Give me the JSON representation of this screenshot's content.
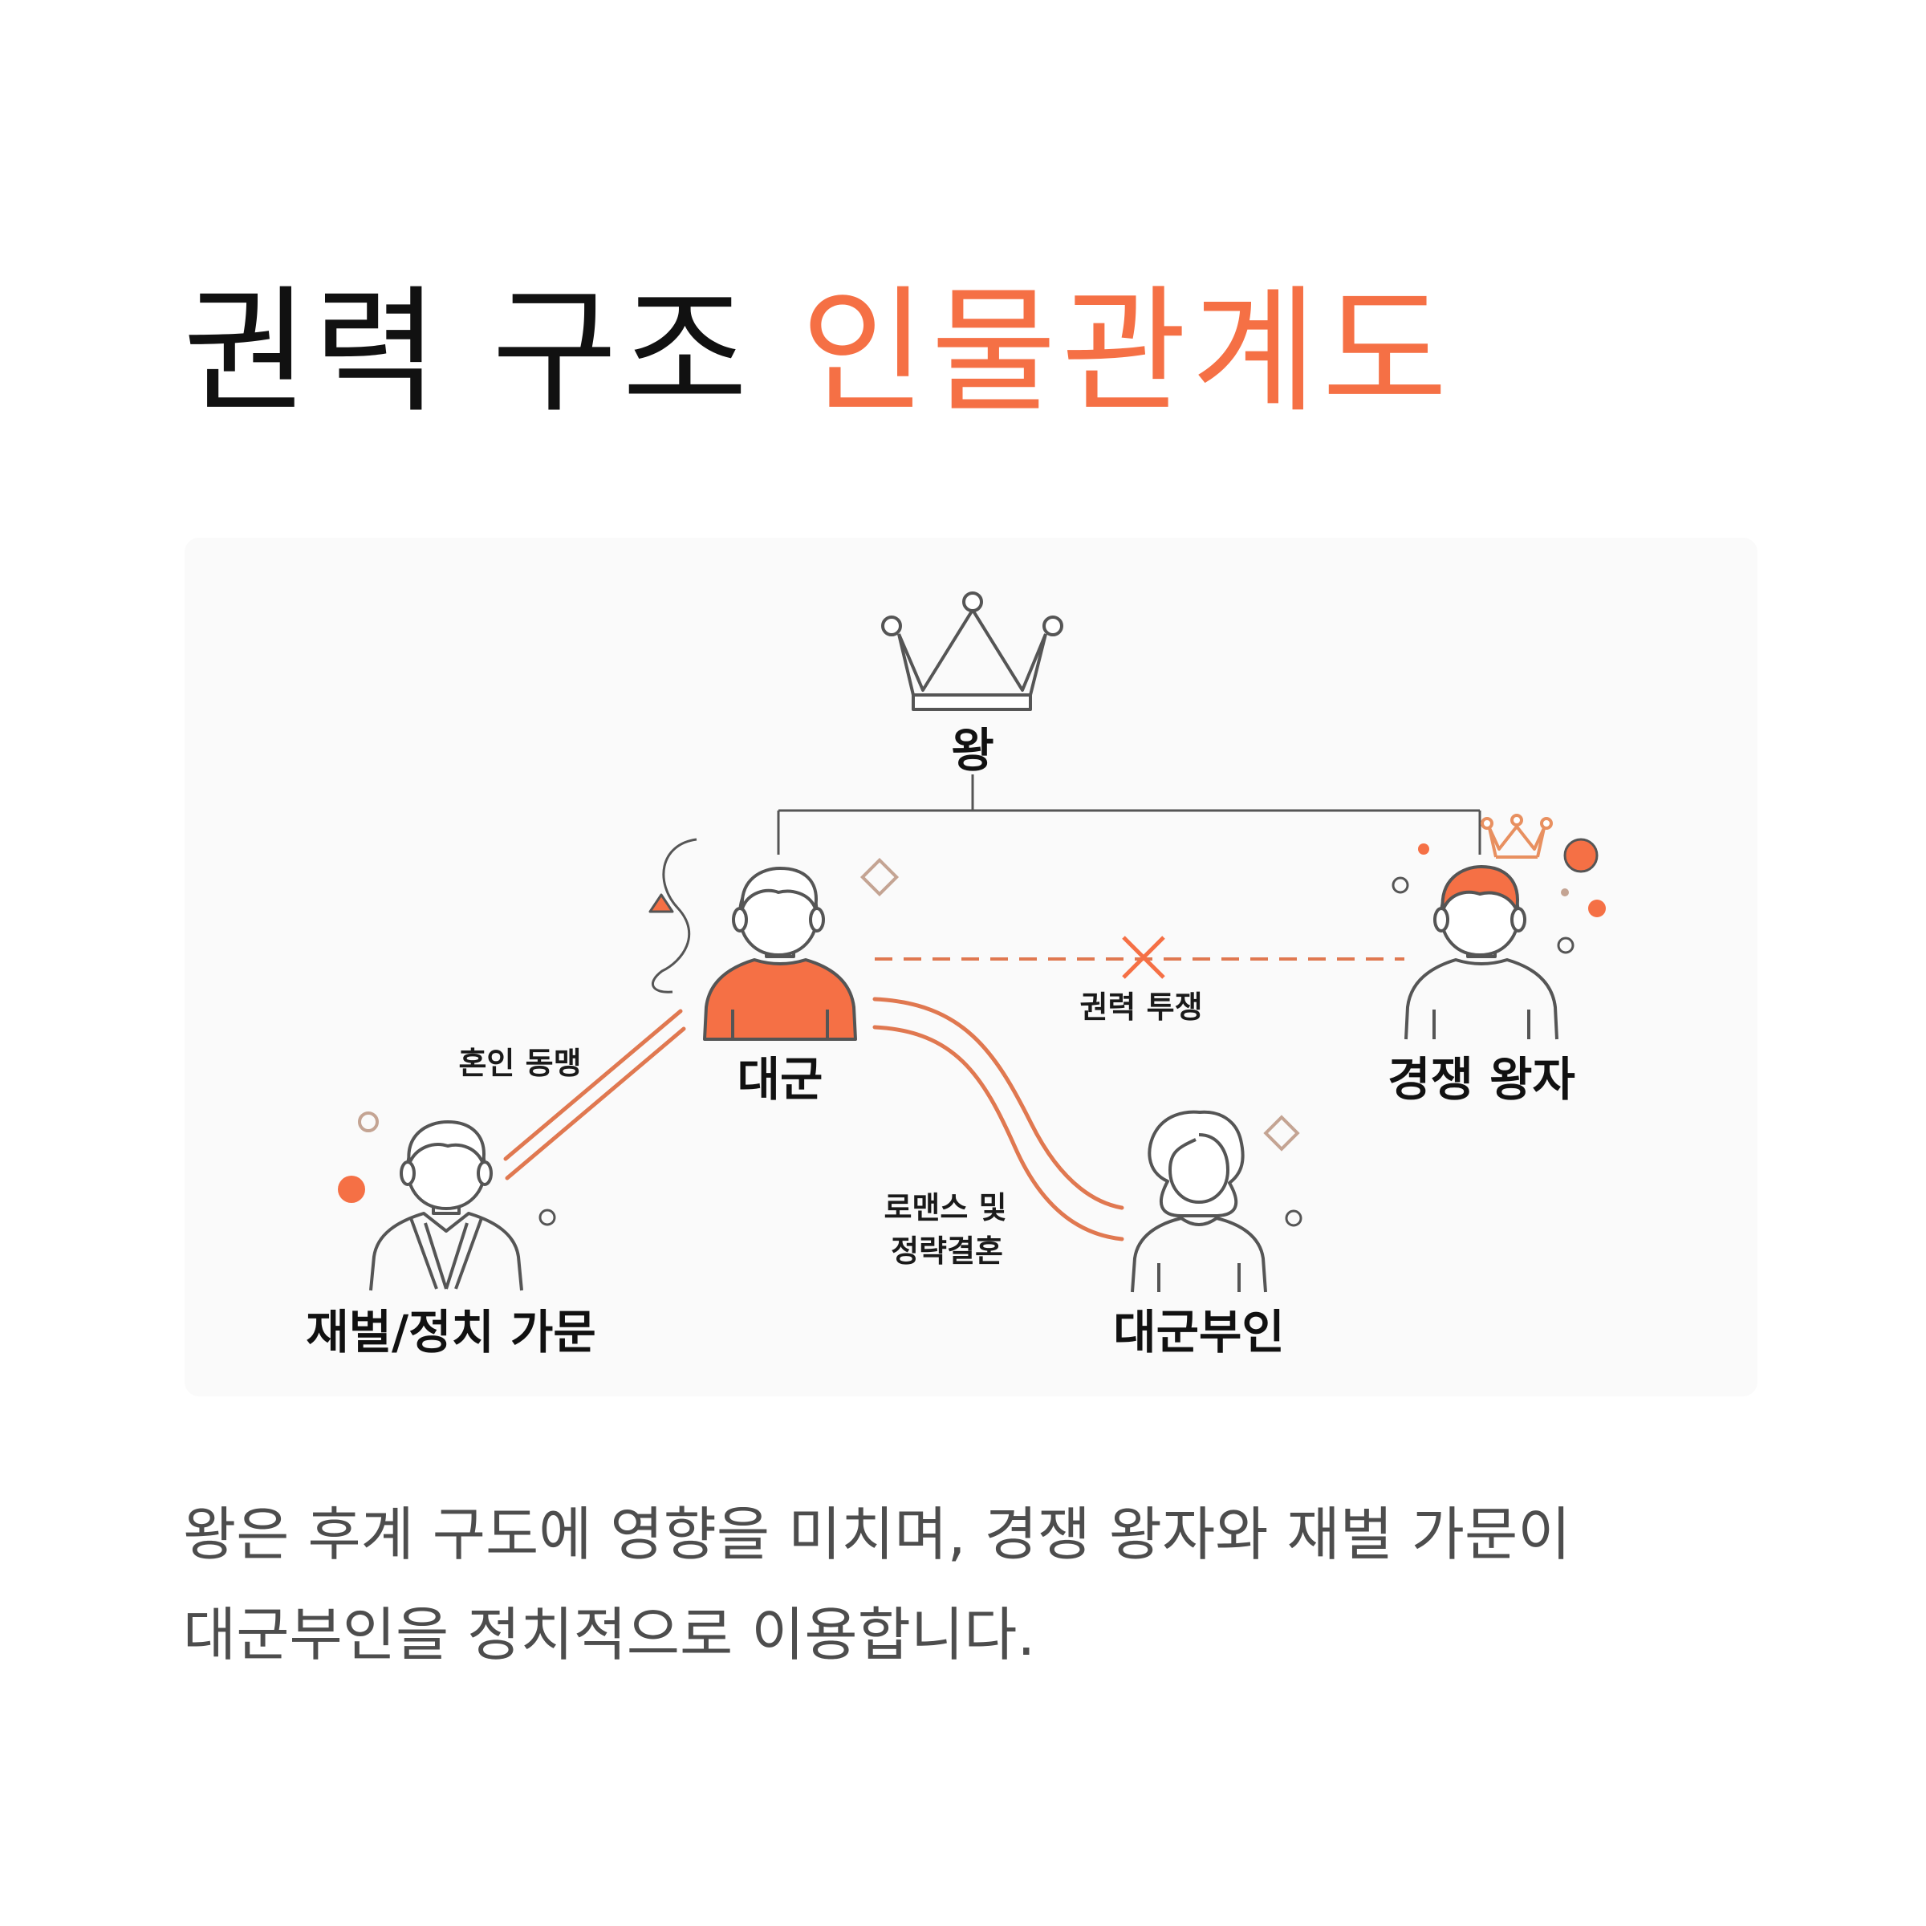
{
  "title": {
    "main": "권력 구조",
    "accent": "인물관계도"
  },
  "colors": {
    "accent": "#f57045",
    "line": "#555555",
    "text": "#111111",
    "muted": "#4d4d4d",
    "deco": "#c4a493"
  },
  "nodes": {
    "king": {
      "label": "왕",
      "icon": "crown-icon"
    },
    "grand_prince": {
      "label": "대군",
      "icon": "person-icon"
    },
    "rival_prince": {
      "label": "경쟁 왕자",
      "icon": "crowned-person-icon"
    },
    "chaebol": {
      "label": "재벌/정치 가문",
      "icon": "suited-person-icon"
    },
    "princess_consort": {
      "label": "대군부인",
      "icon": "woman-icon"
    }
  },
  "edges": {
    "power_struggle": {
      "label": "권력 투쟁"
    },
    "marriage_alliance": {
      "label": "혼인 동맹"
    },
    "romance": {
      "label_line1": "로맨스 및",
      "label_line2": "정략결혼"
    }
  },
  "description": {
    "line1": "왕은 후계 구도에 영향을 미치며, 경쟁 왕자와 재벌 가문이",
    "line2": "대군부인을 정치적으로 이용합니다."
  }
}
